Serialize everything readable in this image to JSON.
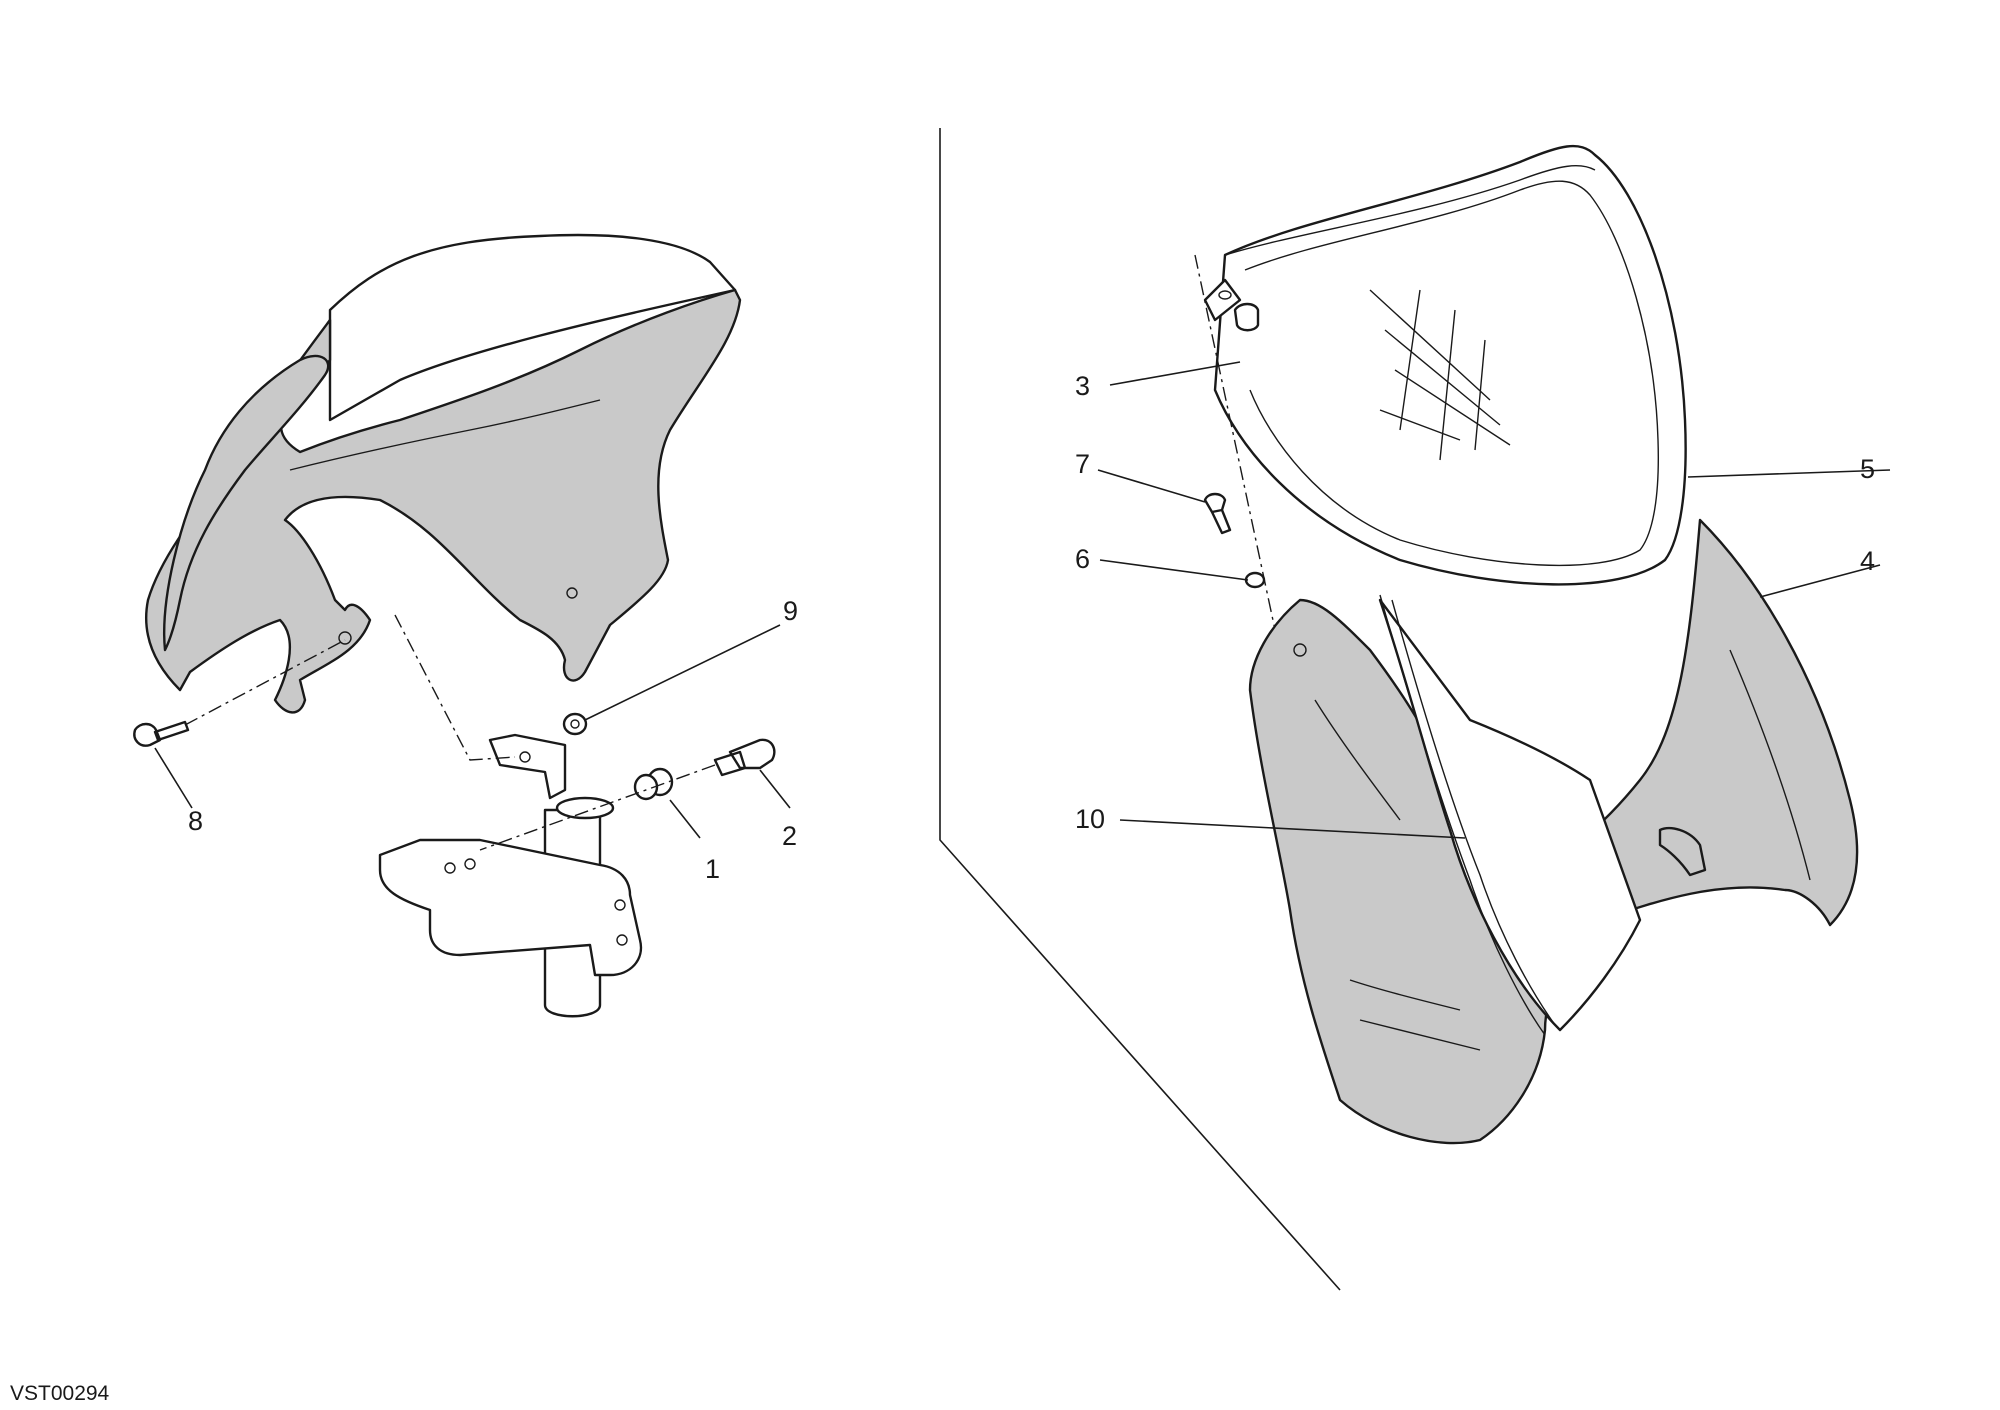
{
  "drawing_code": "VST00294",
  "callouts": [
    {
      "id": "1",
      "label": "1"
    },
    {
      "id": "2",
      "label": "2"
    },
    {
      "id": "3",
      "label": "3"
    },
    {
      "id": "4",
      "label": "4"
    },
    {
      "id": "5",
      "label": "5"
    },
    {
      "id": "6",
      "label": "6"
    },
    {
      "id": "7",
      "label": "7"
    },
    {
      "id": "8",
      "label": "8"
    },
    {
      "id": "9",
      "label": "9"
    },
    {
      "id": "10",
      "label": "10"
    }
  ],
  "colors": {
    "ink": "#1a1a1a",
    "fairing": "#c9c9c9",
    "background": "#ffffff"
  }
}
